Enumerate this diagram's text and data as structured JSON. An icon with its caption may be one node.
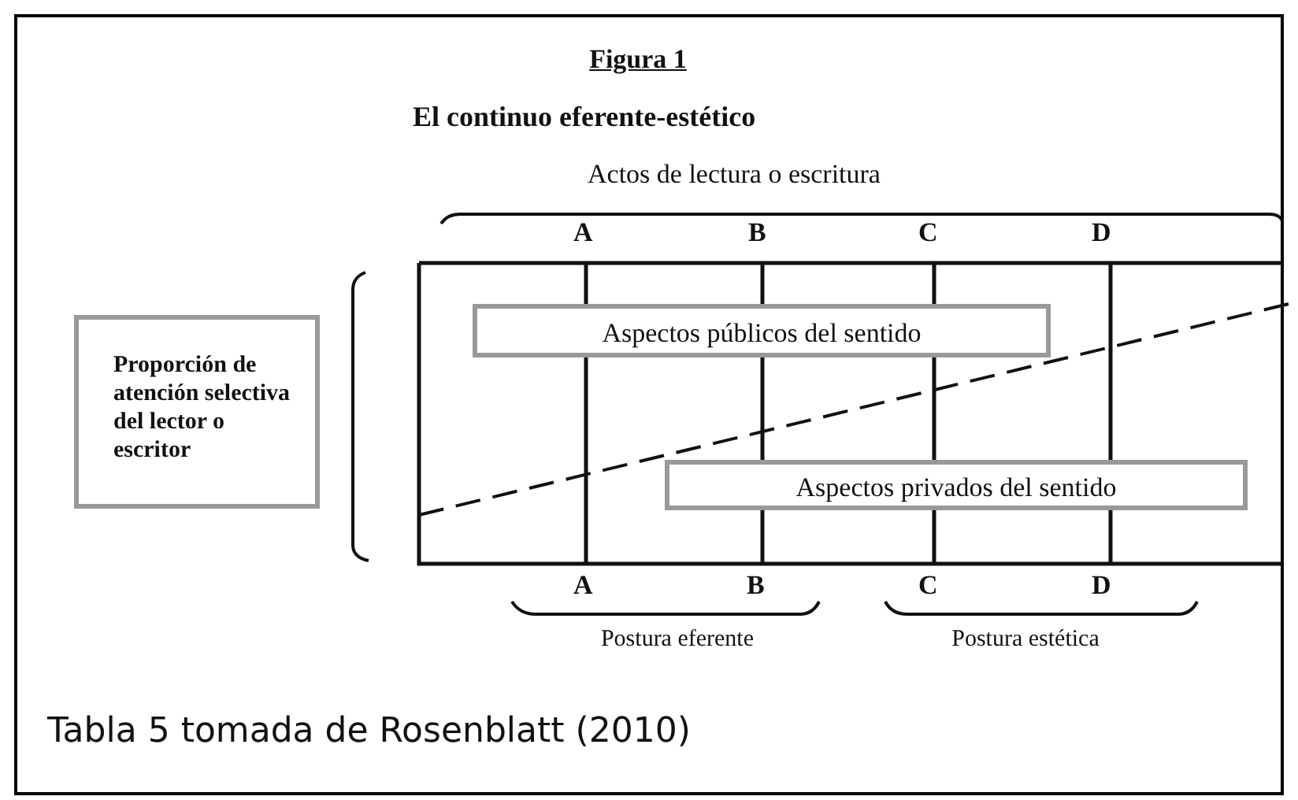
{
  "diagram": {
    "title": "Figura 1",
    "caption": "Tabla 5 tomada de Rosenblatt (2010)",
    "nodes": [
      {
        "text": [
          "Proporción de atención selectiva del lector o escritor"
        ]
      },
      {
        "text": [
          "Aspectos públicos del sentido"
        ]
      },
      {
        "text": [
          "Aspectos privados del sentido"
        ]
      }
    ],
    "edges": [],
    "labels": [
      "El continuo eferente-estético",
      "Actos de lectura o escritura",
      "A",
      "B",
      "C",
      "D",
      "A",
      "B",
      "C",
      "D",
      "Postura eferente",
      "Postura estética"
    ]
  }
}
